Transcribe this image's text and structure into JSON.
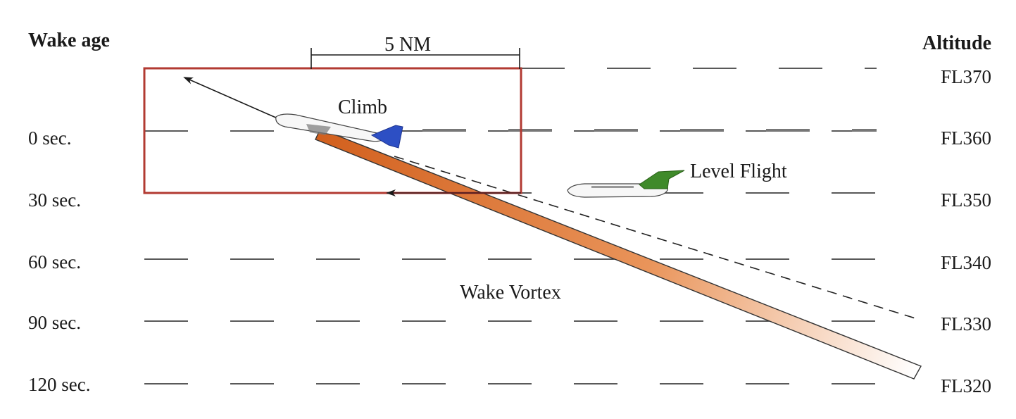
{
  "headers": {
    "left": "Wake age",
    "right": "Altitude"
  },
  "scale_bar": {
    "label": "5 NM"
  },
  "rows": [
    {
      "age": "",
      "flight_level": "FL370"
    },
    {
      "age": "0 sec.",
      "flight_level": "FL360"
    },
    {
      "age": "30 sec.",
      "flight_level": "FL350"
    },
    {
      "age": "60 sec.",
      "flight_level": "FL340"
    },
    {
      "age": "90 sec.",
      "flight_level": "FL330"
    },
    {
      "age": "120 sec.",
      "flight_level": "FL320"
    }
  ],
  "labels": {
    "climb": "Climb",
    "level_flight": "Level Flight",
    "wake_vortex": "Wake Vortex"
  },
  "colors": {
    "box": "#b23a32",
    "climbing_aircraft_tail": "#2d4fc4",
    "level_aircraft_tail": "#3f8a2a",
    "vortex_start": "#d2601e",
    "vortex_end": "#ffffff"
  }
}
